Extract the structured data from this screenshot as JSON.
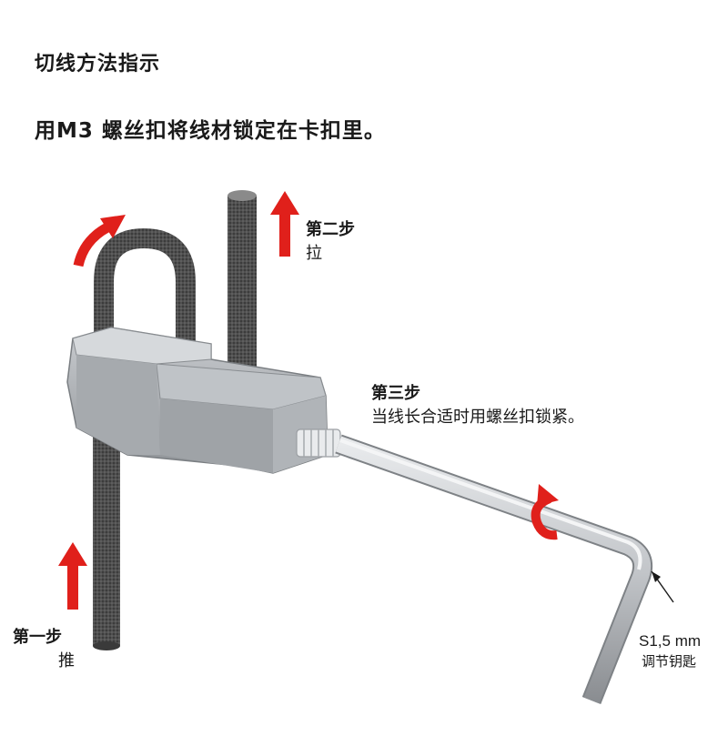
{
  "title": "切线方法指示",
  "subtitle": "用M3 螺丝扣将线材锁定在卡扣里。",
  "steps": {
    "step1": {
      "title": "第一步",
      "desc": "推"
    },
    "step2": {
      "title": "第二步",
      "desc": "拉"
    },
    "step3": {
      "title": "第三步",
      "desc": "当线长合适时用螺丝扣锁紧。"
    }
  },
  "wrench": {
    "spec": "S1,5 mm",
    "name": "调节钥匙"
  },
  "colors": {
    "arrow": "#e0201b",
    "housing": "#a9adb1",
    "wire": "#4a4a4a",
    "text": "#1a1a1a"
  },
  "icons": {
    "push": "arrow-up-icon",
    "pull": "arrow-up-icon",
    "loop": "curved-arrow-icon",
    "tighten": "rotate-arrow-icon"
  }
}
